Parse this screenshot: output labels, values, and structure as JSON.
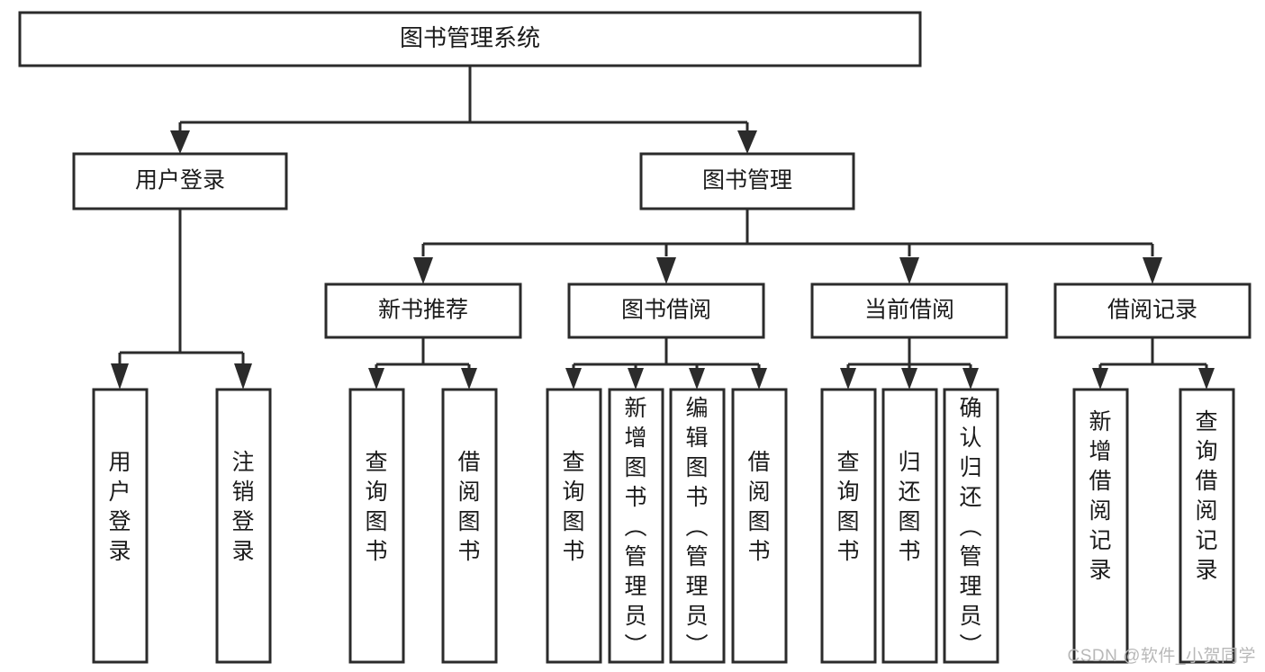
{
  "diagram": {
    "title": "图书管理系统",
    "watermark": "CSDN @软件_小贺同学",
    "colors": {
      "stroke": "#2b2b2b",
      "fill": "#ffffff",
      "text": "#1a1a1a",
      "watermark": "#b8b8b8"
    },
    "levels": {
      "root": {
        "label": "图书管理系统"
      },
      "level2": [
        {
          "label": "用户登录"
        },
        {
          "label": "图书管理"
        }
      ],
      "level3": [
        {
          "label": "新书推荐"
        },
        {
          "label": "图书借阅"
        },
        {
          "label": "当前借阅"
        },
        {
          "label": "借阅记录"
        }
      ],
      "leaves": {
        "user_login": [
          {
            "label": "用户登录"
          },
          {
            "label": "注销登录"
          }
        ],
        "new_book_recommend": [
          {
            "label": "查询图书"
          },
          {
            "label": "借阅图书"
          }
        ],
        "book_borrow": [
          {
            "label": "查询图书"
          },
          {
            "label": "新增图书（管理员）"
          },
          {
            "label": "编辑图书（管理员）"
          },
          {
            "label": "借阅图书"
          }
        ],
        "current_borrow": [
          {
            "label": "查询图书"
          },
          {
            "label": "归还图书"
          },
          {
            "label": "确认归还（管理员）"
          }
        ],
        "borrow_record": [
          {
            "label": "新增借阅记录"
          },
          {
            "label": "查询借阅记录"
          }
        ]
      }
    }
  }
}
